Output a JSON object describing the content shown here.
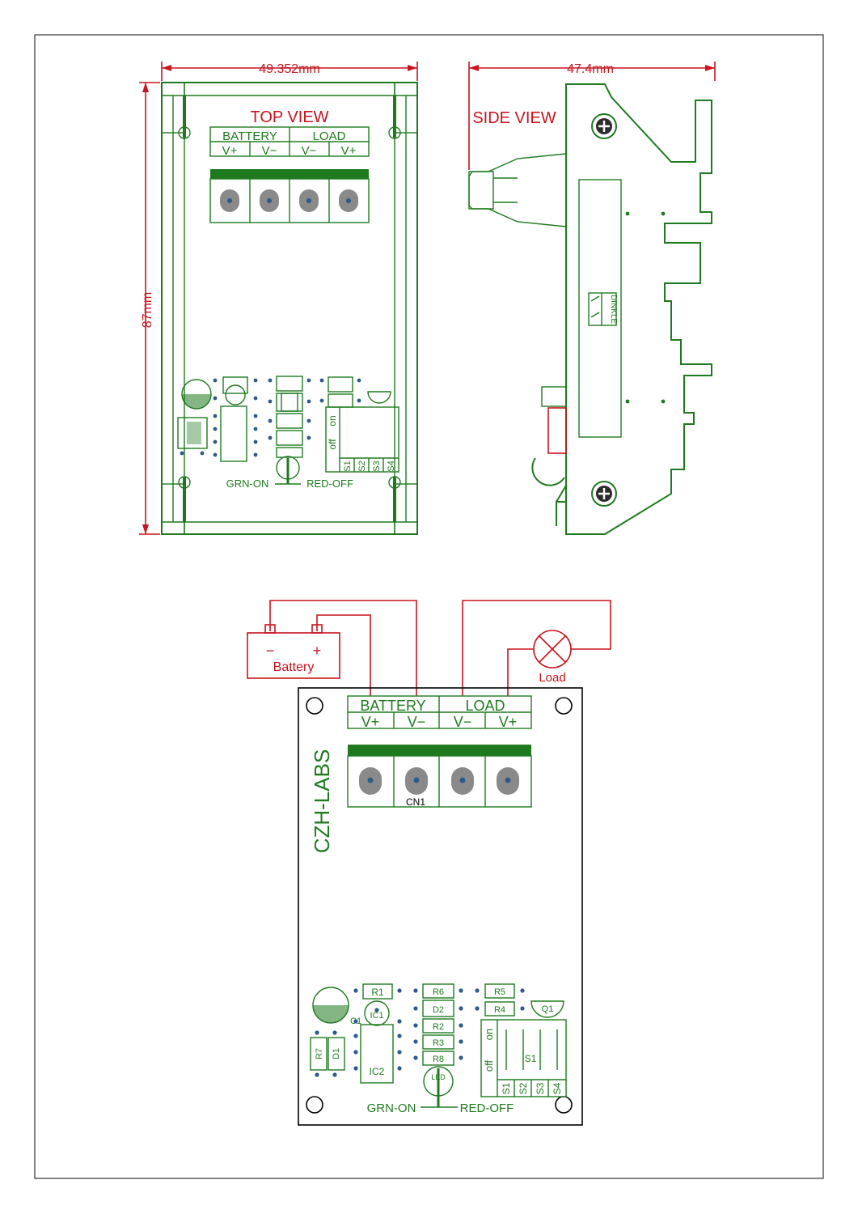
{
  "dimensions": {
    "width": "49.352mm",
    "height": "87mm",
    "side_width": "47.4mm"
  },
  "top_view": {
    "title": "TOP VIEW",
    "battery_header": "BATTERY",
    "load_header": "LOAD",
    "terminals": [
      "V+",
      "V−",
      "V−",
      "V+"
    ],
    "switch_on": "on",
    "switch_off": "off",
    "switch_labels": [
      "S1",
      "S2",
      "S3",
      "S4"
    ],
    "led_legend_left": "GRN-ON",
    "led_legend_right": "RED-OFF"
  },
  "side_view": {
    "title": "SIDE VIEW",
    "brand_mark": "DINKLE"
  },
  "wiring": {
    "battery_label": "Battery",
    "battery_minus": "−",
    "battery_plus": "+",
    "load_label": "Load"
  },
  "pcb": {
    "brand": "CZH-LABS",
    "battery_header": "BATTERY",
    "load_header": "LOAD",
    "terminals": [
      "V+",
      "V−",
      "V−",
      "V+"
    ],
    "connector_ref": "CN1",
    "components": {
      "r1": "R1",
      "ic1": "IC1",
      "c1": "C1",
      "ic2": "IC2",
      "r7": "R7",
      "d1": "D1",
      "r6": "R6",
      "d2": "D2",
      "r2": "R2",
      "r3": "R3",
      "r8": "R8",
      "r5": "R5",
      "r4": "R4",
      "q1": "Q1",
      "s1": "S1",
      "led": "LED"
    },
    "switch_on": "on",
    "switch_off": "off",
    "switch_labels": [
      "S1",
      "S2",
      "S3",
      "S4"
    ],
    "led_legend_left": "GRN-ON",
    "led_legend_right": "RED-OFF"
  },
  "colors": {
    "pcb_green": "#1f7a1f",
    "dimension_red": "#c8141e",
    "terminal_grey": "#8a8a8a",
    "pin_blue": "#2e5a8a"
  }
}
